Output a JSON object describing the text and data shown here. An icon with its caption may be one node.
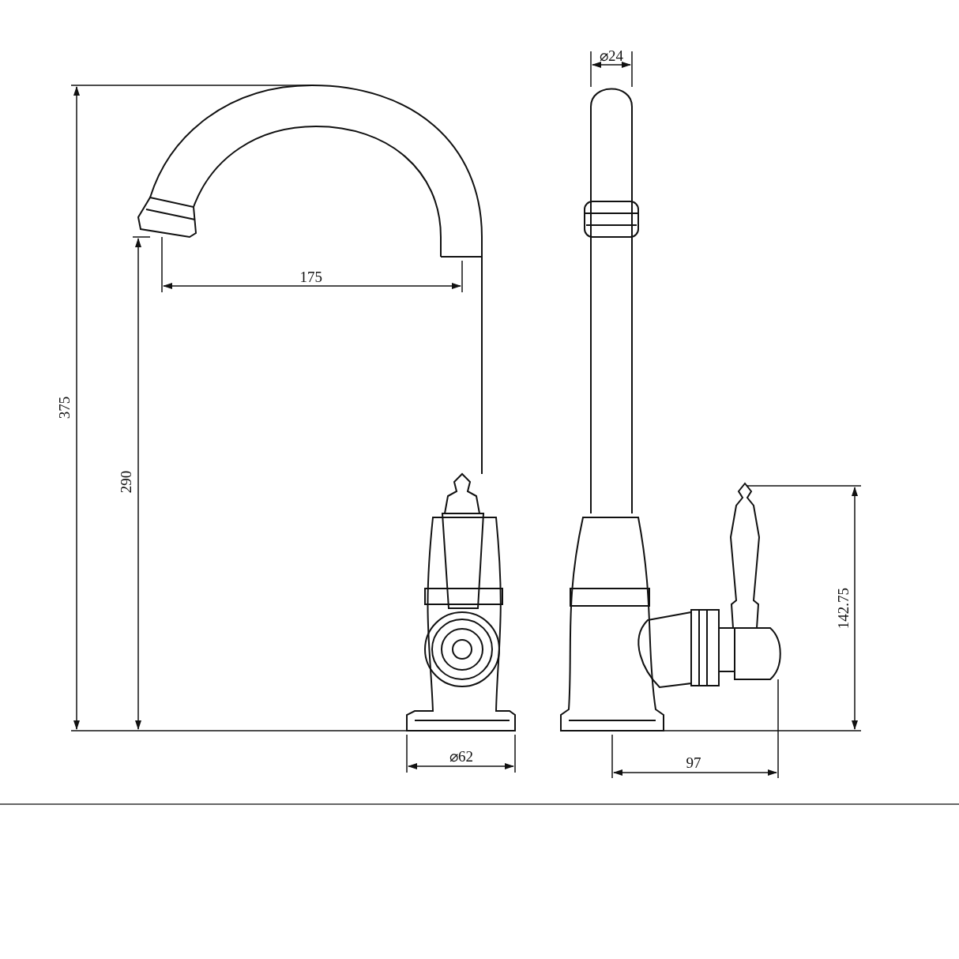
{
  "diagram": {
    "labels": [
      "⌀24",
      "175",
      "375",
      "290",
      "142.75",
      "⌀62",
      "97"
    ]
  }
}
